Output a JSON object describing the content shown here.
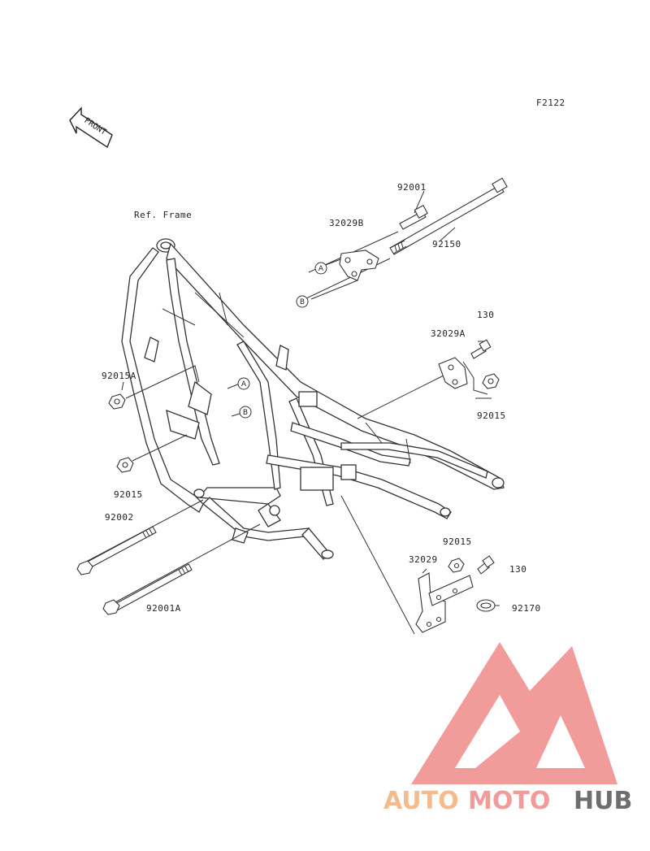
{
  "figure_code": "F2122",
  "front_label": "FRONT",
  "ref_label": "Ref. Frame",
  "part_labels": {
    "p92001": "92001",
    "p32029B": "32029B",
    "p92150": "92150",
    "p130_top": "130",
    "p32029A": "32029A",
    "p92015_right": "92015",
    "p92015A": "92015A",
    "p92015_left": "92015",
    "p92002": "92002",
    "p92001A": "92001A",
    "p92015_bottom": "92015",
    "p32029": "32029",
    "p130_bottom": "130",
    "p92170": "92170"
  },
  "callouts": {
    "a1": "A",
    "b1": "B",
    "a2": "A",
    "b2": "B"
  },
  "watermark": {
    "part1": "AUTO",
    "part2": "MOTO",
    "part3": "HUB",
    "color_light": "#f4b07a",
    "color_red": "#f08a8a",
    "color_dark": "#555555"
  }
}
